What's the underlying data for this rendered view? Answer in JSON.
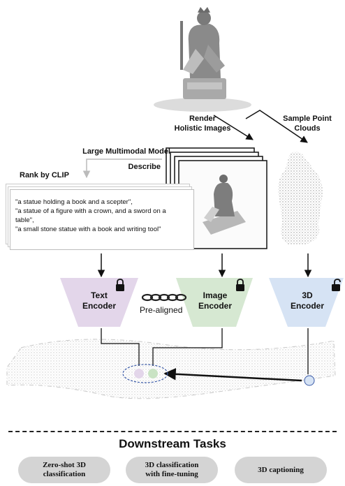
{
  "labels": {
    "render": "Render\nHolistic Images",
    "sample": "Sample Point\nClouds",
    "lmm": "Large Multimodal Model",
    "describe": "Describe",
    "rank": "Rank by CLIP"
  },
  "captions": [
    "\"a statue holding a book and a scepter\",",
    "\"a statue of a figure with a crown, and a sword on a table\",",
    "\"a small stone statue with a book and writing tool\""
  ],
  "encoders": {
    "text": "Text\nEncoder",
    "image": "Image\nEncoder",
    "threed": "3D\nEncoder"
  },
  "prealigned": "Pre-aligned",
  "downstream": {
    "title": "Downstream Tasks",
    "tasks": [
      "Zero-shot 3D\nclassification",
      "3D classification\nwith fine-tuning",
      "3D captioning"
    ]
  },
  "colors": {
    "text_encoder": "#e3d6ea",
    "image_encoder": "#d6e8d2",
    "threed_encoder": "#d6e3f4",
    "task_pill": "#d4d4d4"
  },
  "icons": [
    "lock-closed-icon",
    "lock-closed-icon",
    "lock-open-icon",
    "chain-icon"
  ]
}
